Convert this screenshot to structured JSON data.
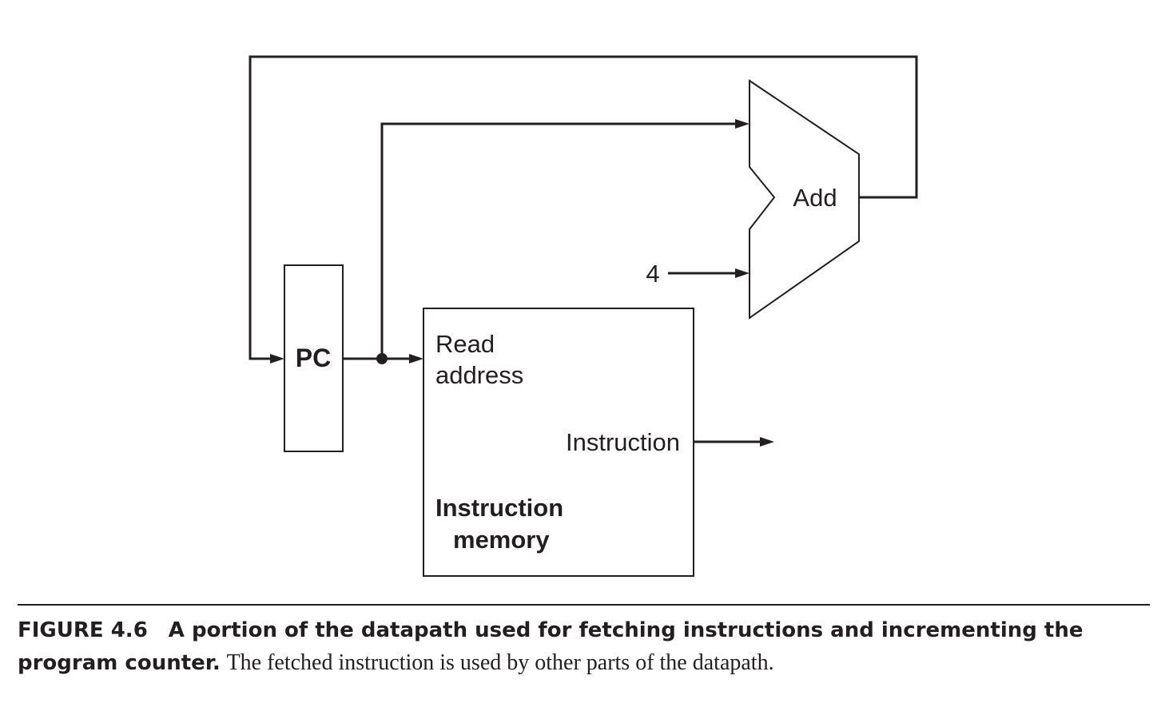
{
  "diagram": {
    "pc_label": "PC",
    "adder_label": "Add",
    "constant_input": "4",
    "memory": {
      "port_read_line1": "Read",
      "port_read_line2": "address",
      "port_output": "Instruction",
      "name_line1": "Instruction",
      "name_line2": "memory"
    }
  },
  "caption": {
    "figure_number": "FIGURE 4.6",
    "title": "A portion of the datapath used for fetching instructions and incrementing the program counter.",
    "body": "The fetched instruction is used by other parts of the datapath."
  },
  "colors": {
    "ink": "#231f20",
    "background": "#ffffff"
  }
}
